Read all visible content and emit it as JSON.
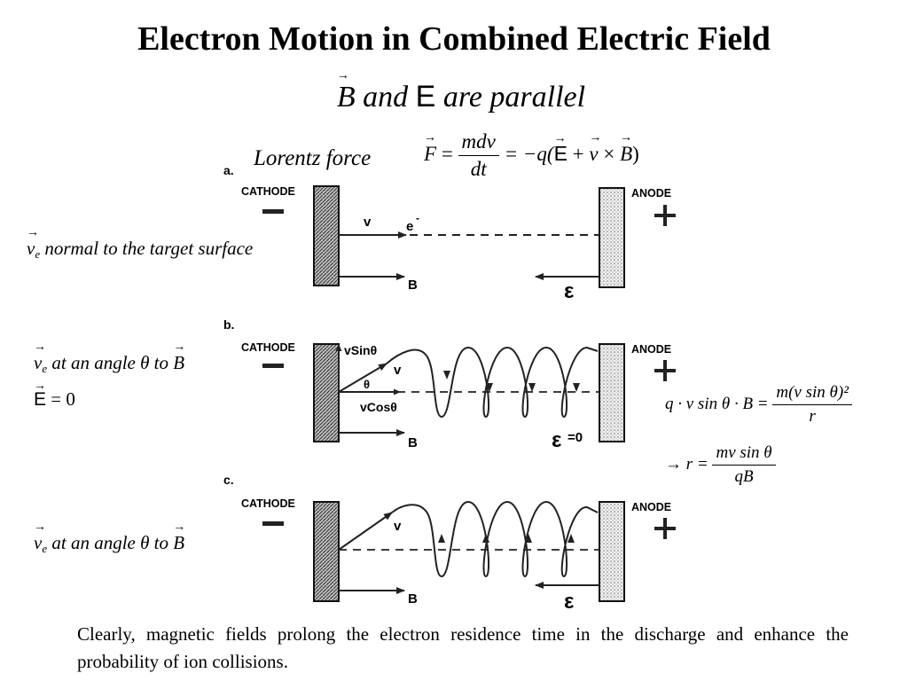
{
  "title": "Electron Motion in Combined Electric Field",
  "subtitle": {
    "b": "B",
    "and": "and",
    "e": "E",
    "rest": "are parallel"
  },
  "lorentz": {
    "label": "Lorentz force",
    "lhs": "F",
    "eq": "=",
    "num": "mdv",
    "den": "dt",
    "rhs_prefix": "= −q(",
    "rhs_e": "E",
    "rhs_plus": " + ",
    "rhs_v": "v",
    "rhs_times": " × ",
    "rhs_b": "B",
    "rhs_close": ")"
  },
  "annotations": {
    "a": {
      "v": "v",
      "sub": "e",
      "text": "normal to the target surface"
    },
    "b": {
      "v": "v",
      "sub": "e",
      "text": "at an angle θ to",
      "b": "B",
      "e_label": "E",
      "e_eq": "= 0"
    },
    "c": {
      "v": "v",
      "sub": "e",
      "text": "at an angle θ to",
      "b": "B"
    }
  },
  "diagram": {
    "panels": [
      {
        "letter": "a.",
        "cathode": "CATHODE",
        "anode": "ANODE",
        "minus": "−",
        "plus": "+",
        "v": "v",
        "e": "e",
        "e_sup": "-",
        "b": "B",
        "field": "ε"
      },
      {
        "letter": "b.",
        "cathode": "CATHODE",
        "anode": "ANODE",
        "minus": "−",
        "plus": "+",
        "vsin": "vSinθ",
        "v": "v",
        "theta": "θ",
        "vcos": "vCosθ",
        "b": "B",
        "field": "ε",
        "field_val": "=0"
      },
      {
        "letter": "c.",
        "cathode": "CATHODE",
        "anode": "ANODE",
        "minus": "−",
        "plus": "+",
        "v": "v",
        "b": "B",
        "field": "ε"
      }
    ]
  },
  "side_equations": {
    "eq1_lhs": "q · v sin θ · B =",
    "eq1_num": "m(v sin θ)²",
    "eq1_den": "r",
    "eq2_lhs": "→ r =",
    "eq2_num": "mv sin θ",
    "eq2_den": "qB"
  },
  "conclusion": "Clearly, magnetic fields prolong the electron residence time in the discharge and enhance the probability of ion collisions."
}
